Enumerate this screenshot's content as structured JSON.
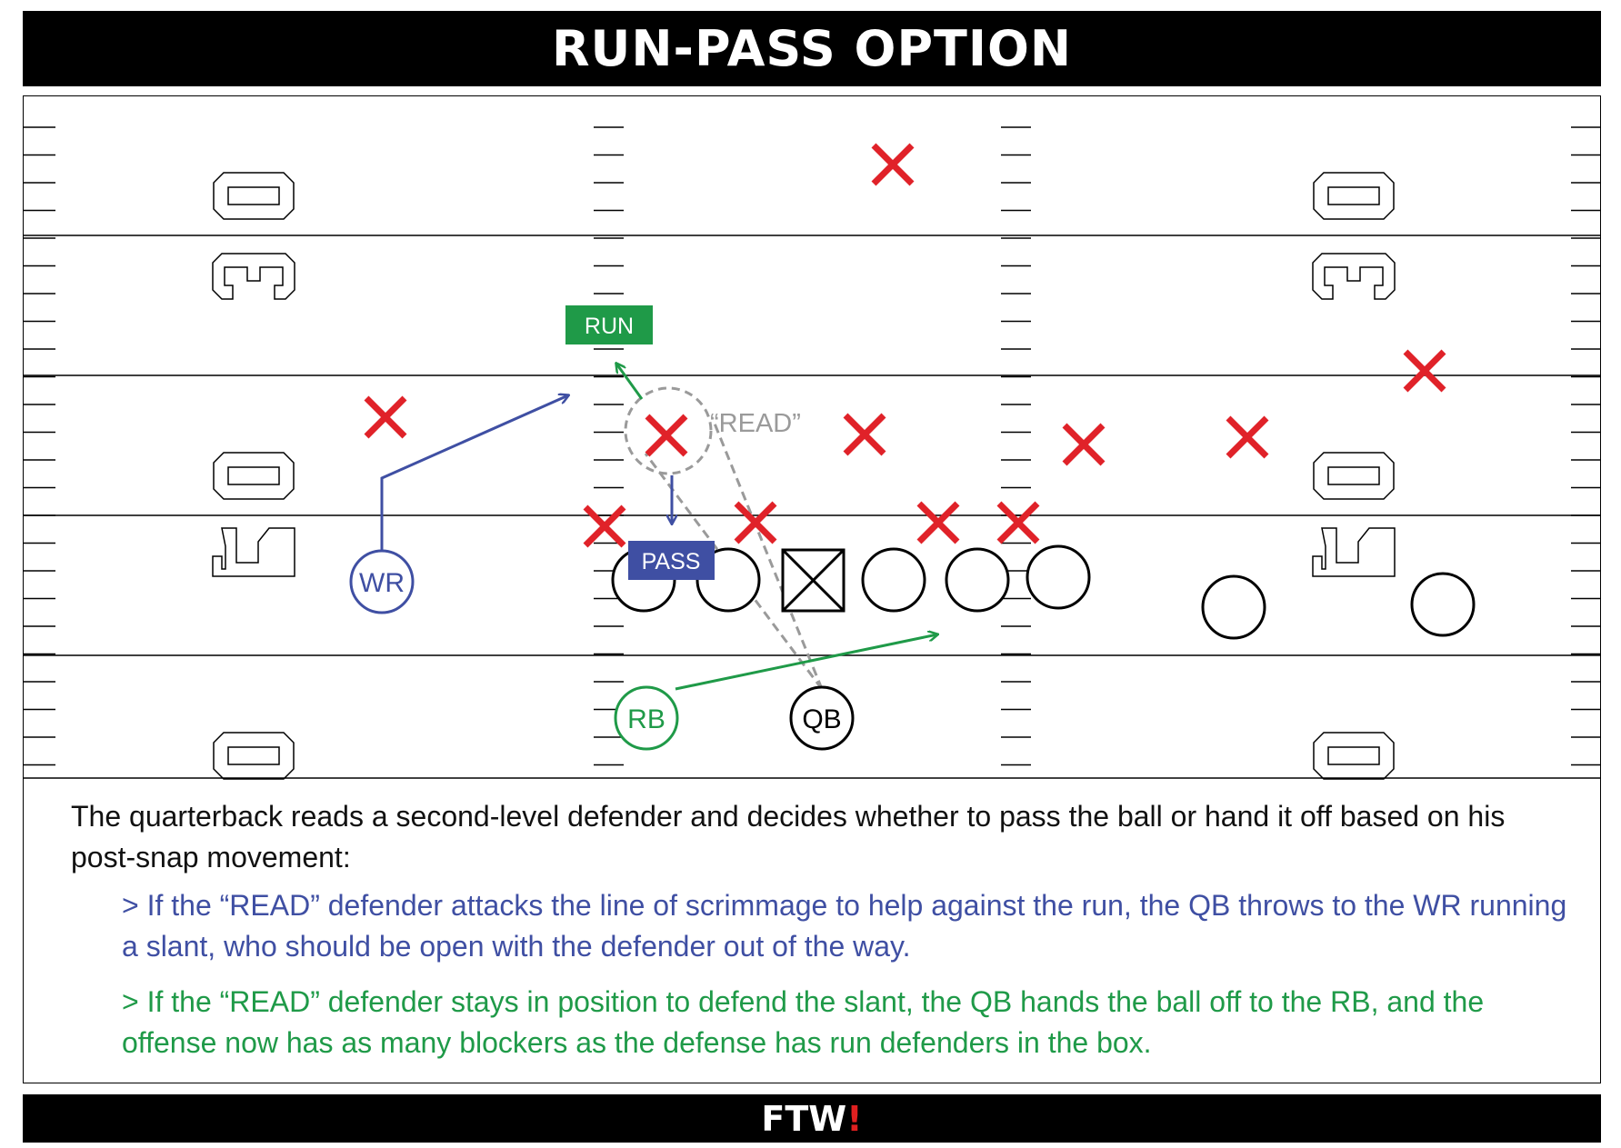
{
  "title": "RUN-PASS OPTION",
  "labels": {
    "run": "RUN",
    "pass": "PASS",
    "read": "“READ”",
    "wr": "WR",
    "rb": "RB",
    "qb": "QB"
  },
  "description": {
    "main": "The quarterback reads a second-level defender and decides whether to pass the ball or hand it off based on his post-snap movement:",
    "pass_option": "> If the “READ” defender attacks the line of scrimmage to help against the run, the QB throws to the WR running a slant, who should be open with the defender out of the way.",
    "run_option": "> If the “READ” defender stays in position to defend the slant, the QB hands the ball off to the RB, and the offense now has as many blockers as the defense has run defenders in the box."
  },
  "footer": {
    "text": "FTW",
    "mark": "!"
  },
  "yard_numbers_left": [
    "0",
    "3",
    "0",
    "2",
    "0"
  ],
  "yard_numbers_right": [
    "0",
    "3",
    "0",
    "2",
    "0"
  ],
  "colors": {
    "defense": "#e02229",
    "pass": "#3f4fa3",
    "run": "#1f9a48",
    "read": "#9a9a9a",
    "field_lines": "#000000"
  }
}
